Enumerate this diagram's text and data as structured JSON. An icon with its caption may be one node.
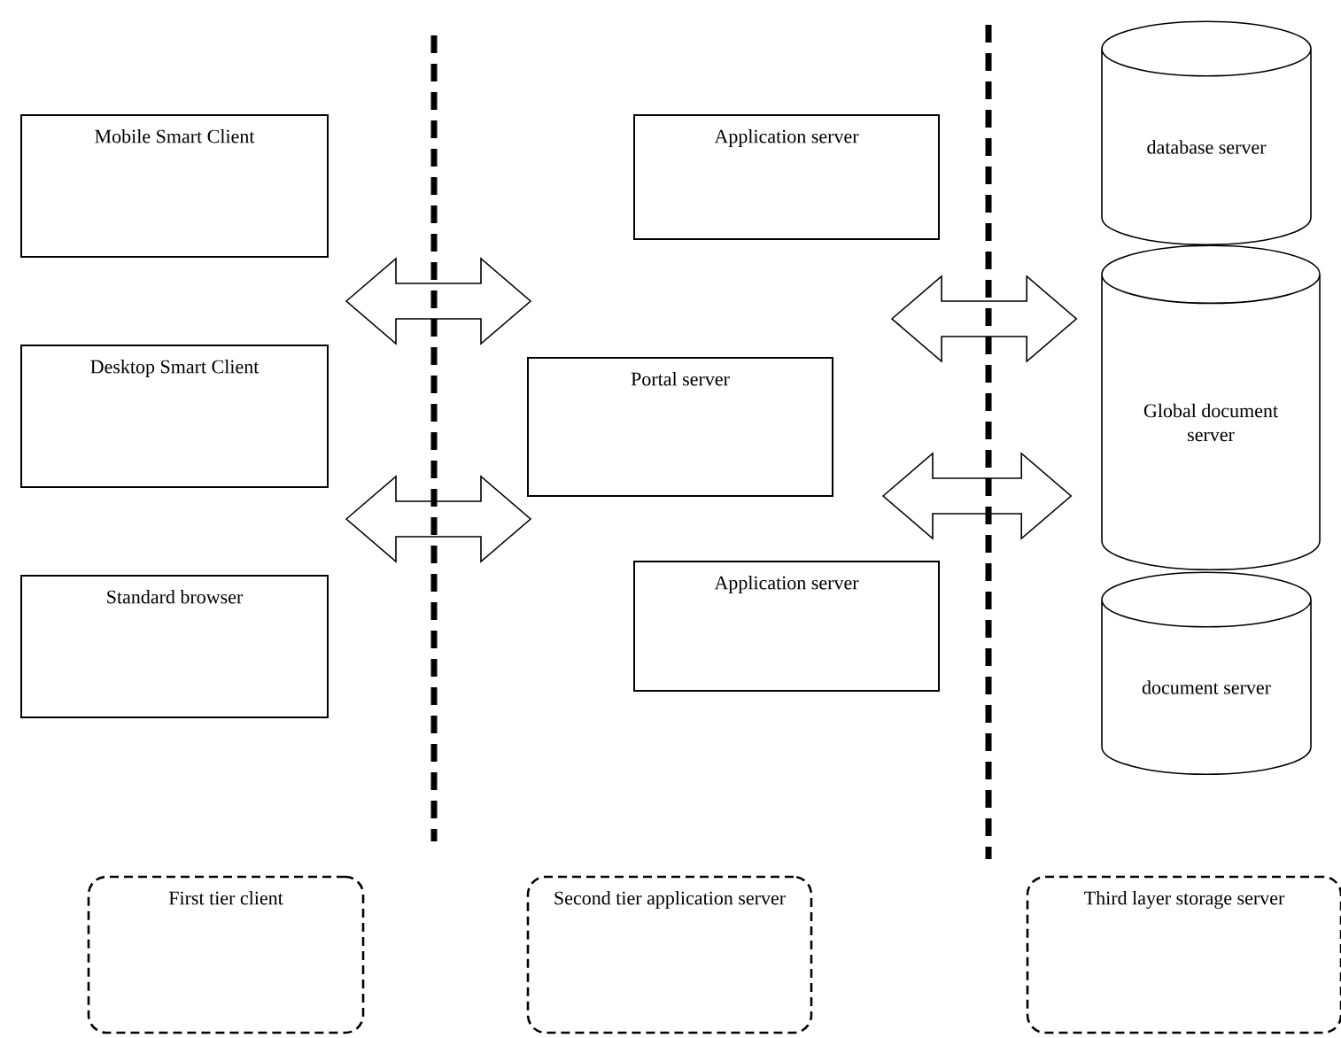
{
  "diagram": {
    "nodes": [
      {
        "text": [
          "Mobile Smart Client"
        ]
      },
      {
        "text": [
          "Desktop Smart Client"
        ]
      },
      {
        "text": [
          "Standard browser"
        ]
      },
      {
        "text": [
          "Application server"
        ]
      },
      {
        "text": [
          "Portal server"
        ]
      },
      {
        "text": [
          "Application server"
        ]
      },
      {
        "text": [
          "database server"
        ]
      },
      {
        "text": [
          "Global document server"
        ]
      },
      {
        "text": [
          "document server"
        ]
      },
      {
        "text": [
          "First tier client"
        ]
      },
      {
        "text": [
          "Second tier application server"
        ]
      },
      {
        "text": [
          "Third layer storage server"
        ]
      }
    ],
    "edges": [
      {
        "from": 0,
        "to": 4,
        "arrow": "both"
      },
      {
        "from": 2,
        "to": 4,
        "arrow": "both"
      },
      {
        "from": 3,
        "to": 7,
        "arrow": "both"
      },
      {
        "from": 5,
        "to": 7,
        "arrow": "both"
      }
    ]
  }
}
